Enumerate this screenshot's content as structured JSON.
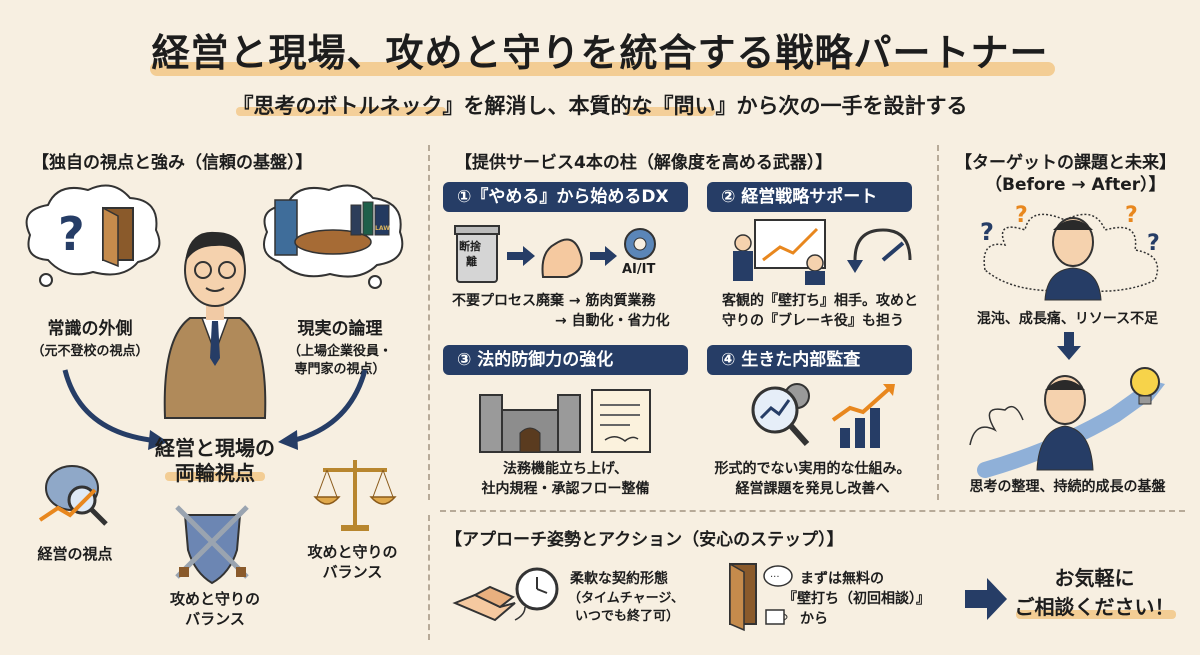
{
  "header": {
    "title": "経営と現場、攻めと守りを統合する戦略パートナー",
    "subtitle": "『思考のボトルネック』を解消し、本質的な『問い』から次の一手を設計する"
  },
  "left": {
    "heading": "【独自の視点と強み（信頼の基盤）】",
    "outside_title": "常識の外側",
    "outside_note": "（元不登校の視点）",
    "logic_title": "現実の論理",
    "logic_note1": "（上場企業役員・",
    "logic_note2": "専門家の視点）",
    "center1": "経営と現場の",
    "center2": "両輪視点",
    "mgmt_view": "経営の視点",
    "balance_shield1": "攻めと守りの",
    "balance_shield2": "バランス",
    "balance_scale1": "攻めと守りの",
    "balance_scale2": "バランス",
    "book_label": "LAW"
  },
  "middle": {
    "heading": "【提供サービス4本の柱（解像度を高める武器）】",
    "services": [
      {
        "label": "①『やめる』から始めるDX",
        "line1": "不要プロセス廃棄 → 筋肉質業務",
        "line2": "→ 自動化・省力化",
        "icon_text1": "断捨",
        "icon_text2": "離",
        "icon_text3": "AI/IT"
      },
      {
        "label": "②  経営戦略サポート",
        "line1": "客観的『壁打ち』相手。攻めと",
        "line2": "守りの『ブレーキ役』も担う"
      },
      {
        "label": "③  法的防御力の強化",
        "line1": "法務機能立ち上げ、",
        "line2": "社内規程・承認フロー整備"
      },
      {
        "label": "④  生きた内部監査",
        "line1": "形式的でない実用的な仕組み。",
        "line2": "経営課題を発見し改善へ"
      }
    ]
  },
  "right": {
    "heading1": "【ターゲットの課題と未来】",
    "heading2": "（Before → After）】",
    "before": "混沌、成長痛、リソース不足",
    "after": "思考の整理、持続的成長の基盤"
  },
  "bottom": {
    "heading": "【アプローチ姿勢とアクション（安心のステップ）】",
    "contract1": "柔軟な契約形態",
    "contract2": "（タイムチャージ、",
    "contract3": "いつでも終了可）",
    "free1": "まずは無料の",
    "free2": "『壁打ち（初回相談）』",
    "free3": "から",
    "cta1": "お気軽に",
    "cta2": "ご相談ください！"
  },
  "colors": {
    "navy": "#263d66",
    "accent": "#f2c27a",
    "bg": "#f7efe1",
    "orange": "#e8871e"
  }
}
